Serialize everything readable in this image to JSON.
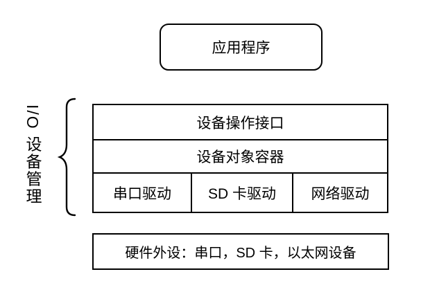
{
  "diagram": {
    "app_box": {
      "label": "应用程序"
    },
    "group": {
      "label": "I/O 设备管理"
    },
    "stack": {
      "rows": [
        {
          "label": "设备操作接口"
        },
        {
          "label": "设备对象容器"
        }
      ],
      "drivers": [
        {
          "label": "串口驱动"
        },
        {
          "label": "SD 卡驱动"
        },
        {
          "label": "网络驱动"
        }
      ]
    },
    "hardware_box": {
      "label": "硬件外设：串口，SD 卡，以太网设备"
    },
    "colors": {
      "line": "#000000",
      "background": "#ffffff"
    }
  }
}
